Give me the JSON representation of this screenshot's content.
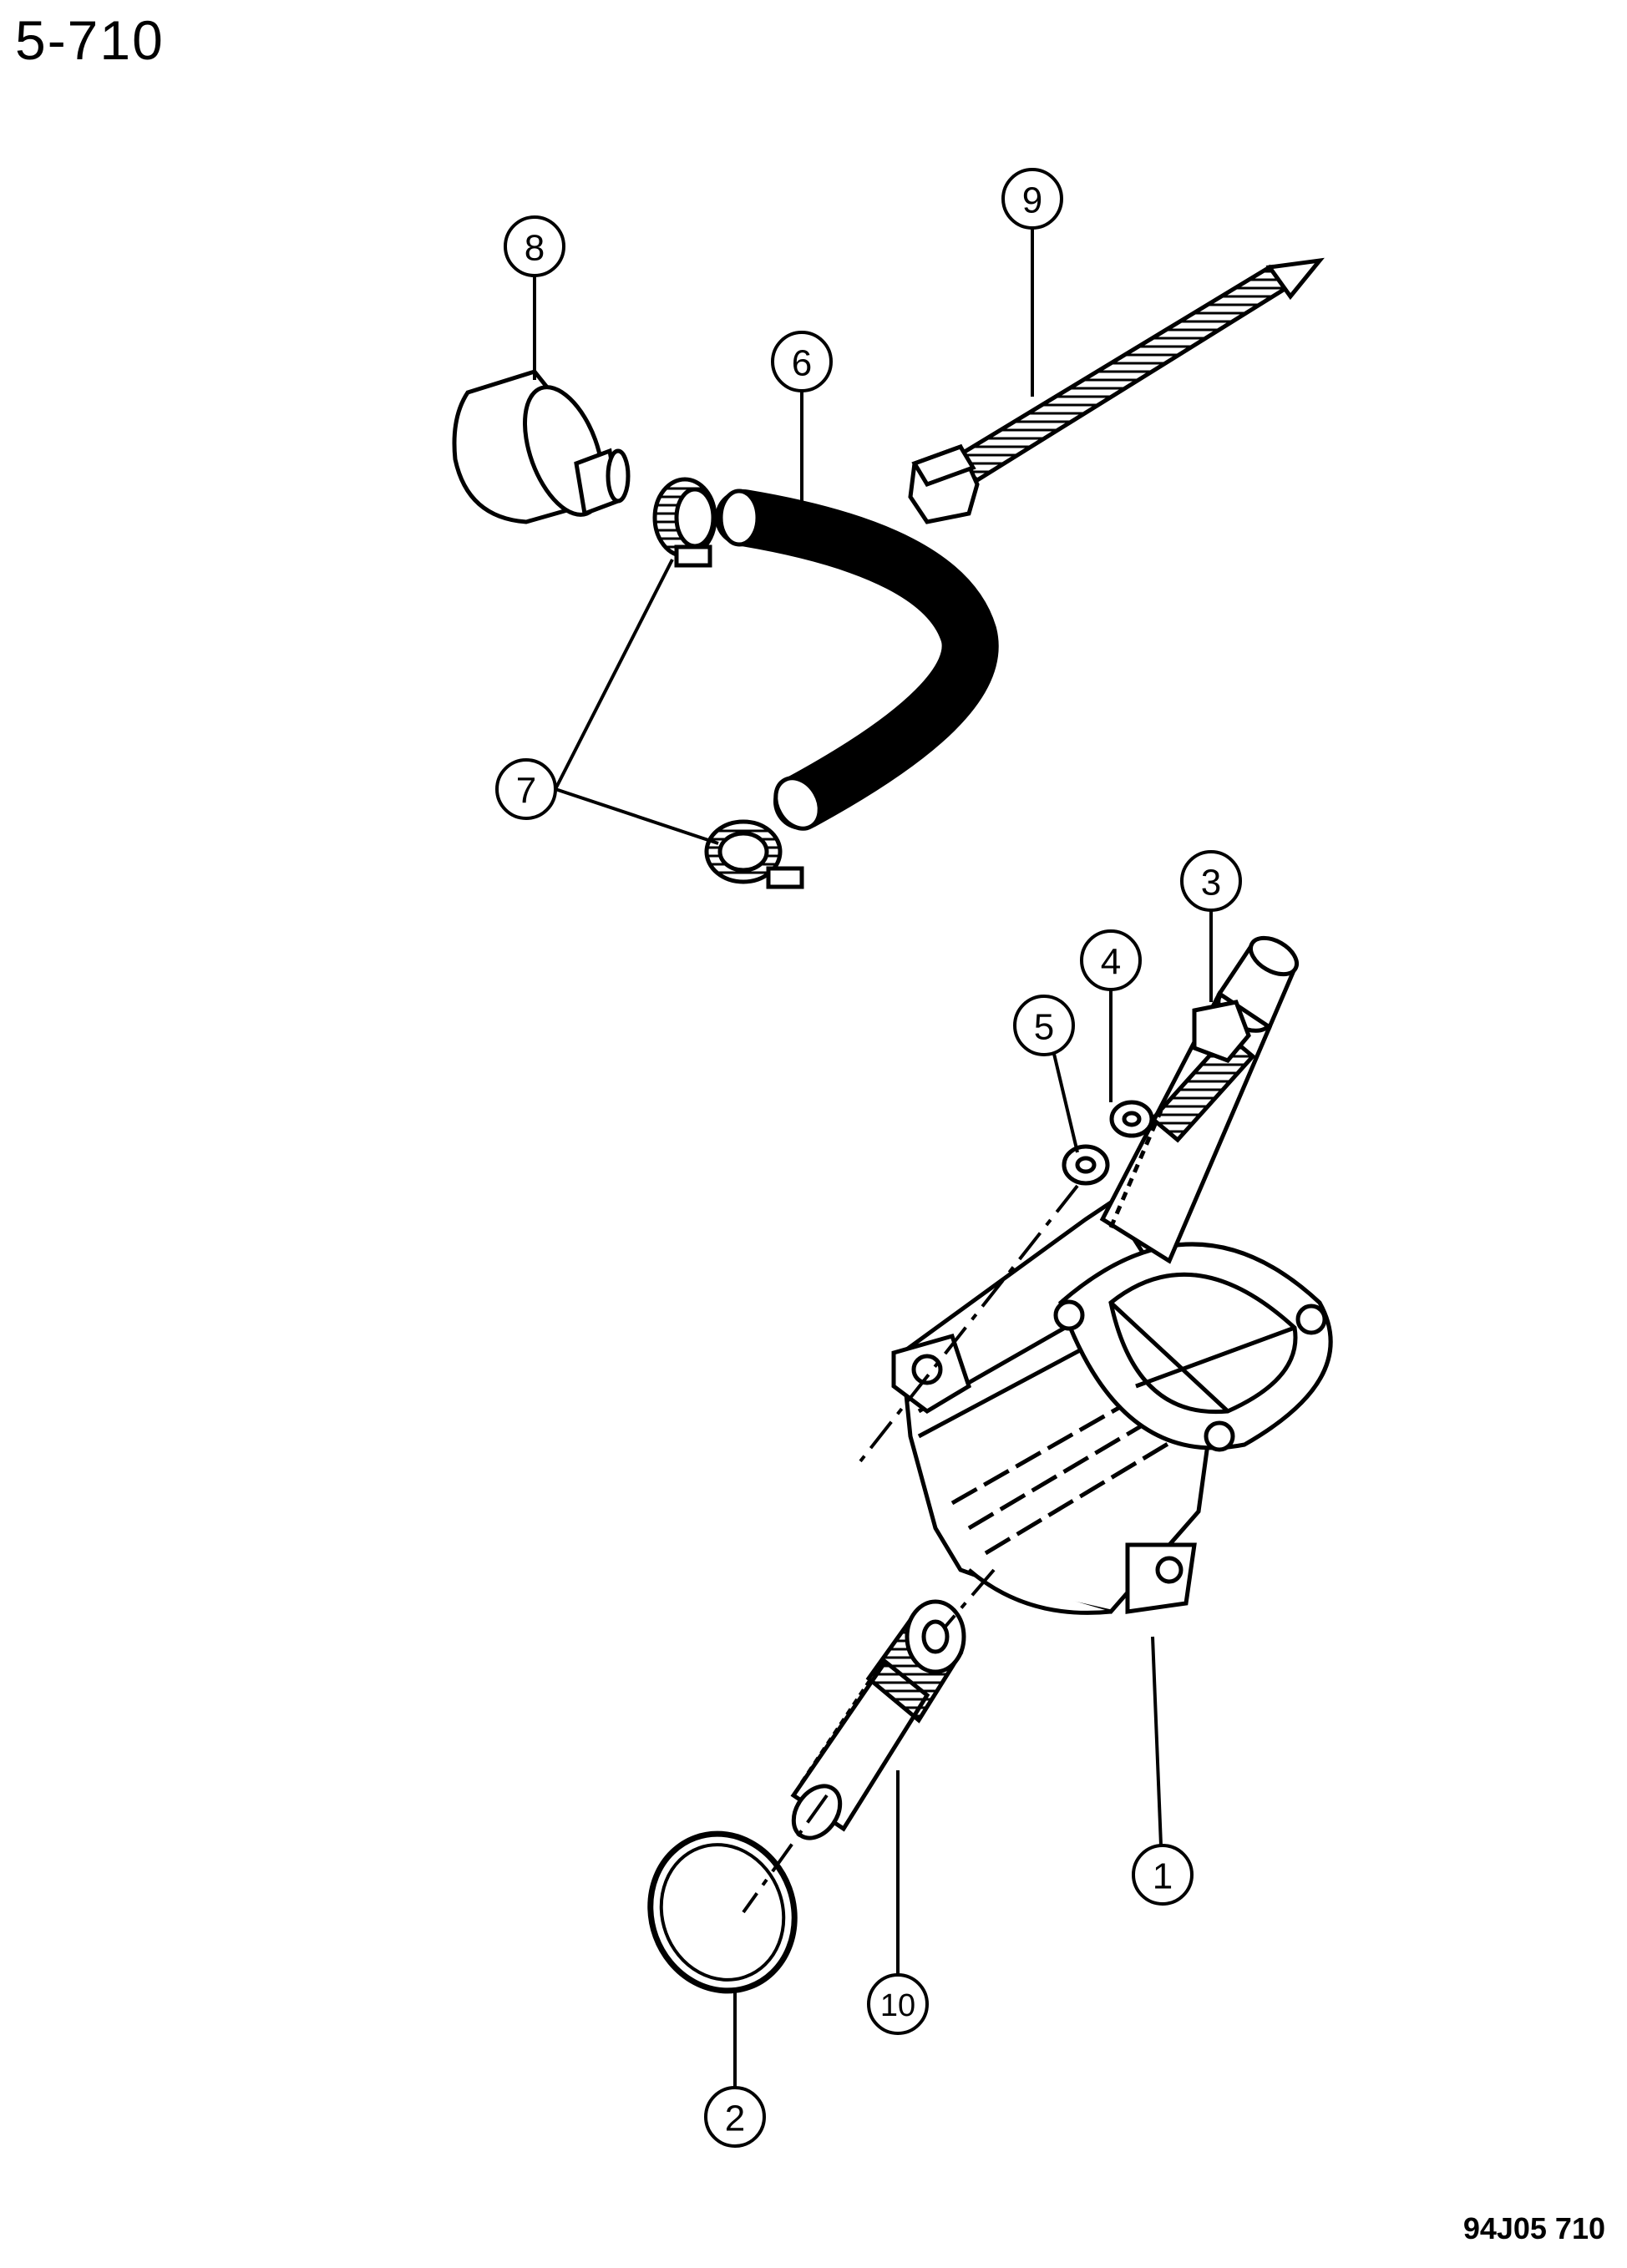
{
  "header": {
    "page_ref": "5-710"
  },
  "footer": {
    "drawing_code": "94J05 710"
  },
  "callouts": [
    {
      "id": "c1",
      "label": "1"
    },
    {
      "id": "c2",
      "label": "2"
    },
    {
      "id": "c3",
      "label": "3"
    },
    {
      "id": "c4",
      "label": "4"
    },
    {
      "id": "c5",
      "label": "5"
    },
    {
      "id": "c6",
      "label": "6"
    },
    {
      "id": "c7",
      "label": "7"
    },
    {
      "id": "c8",
      "label": "8"
    },
    {
      "id": "c9",
      "label": "9"
    },
    {
      "id": "c10",
      "label": "10"
    }
  ]
}
